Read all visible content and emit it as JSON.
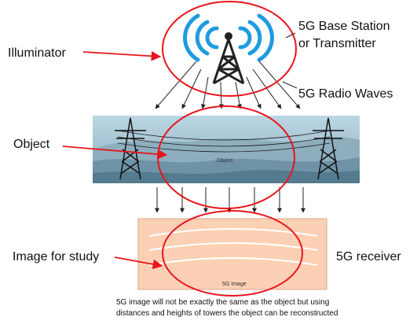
{
  "labels": {
    "illuminator": "Illuminator",
    "base_station_line1": "5G Base Station",
    "base_station_line2": "or Transmitter",
    "radio_waves": "5G Radio Waves",
    "object": "Object",
    "object_inner": "Object",
    "image_for_study": "Image for study",
    "receiver": "5G receiver",
    "image_inner": "5G Image"
  },
  "caption": {
    "line1": "5G image will not be exactly the same as the object but using",
    "line2": "distances and heights of towers the object can be reconstructed"
  },
  "colors": {
    "highlight_ellipse": "#e8141b",
    "signal_waves": "#1e9be0",
    "image_panel": "#fbd0b4",
    "landscape_sky": "#a9c8d8",
    "landscape_hills": "#6e93a6"
  }
}
